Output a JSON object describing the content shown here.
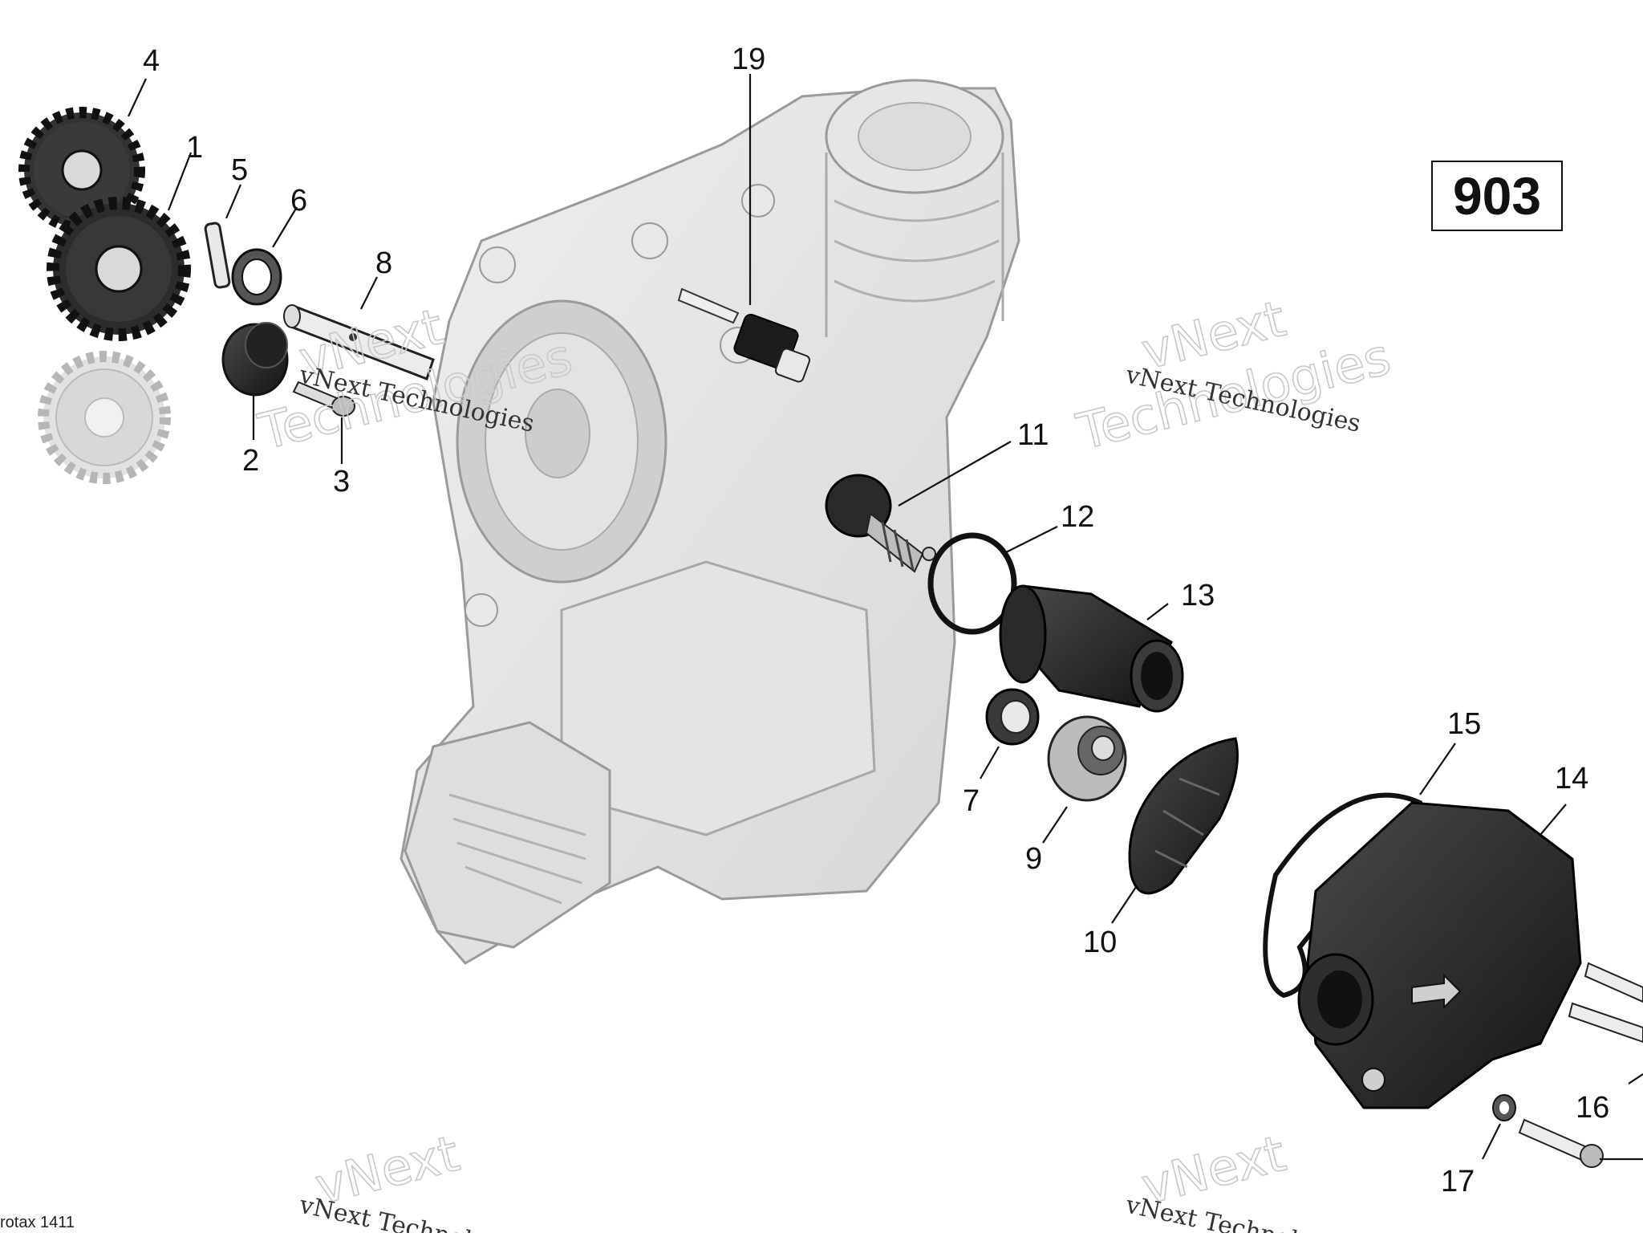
{
  "diagram": {
    "id_label": "903",
    "reference_code": "rotax 1411"
  },
  "callouts": [
    "1",
    "2",
    "3",
    "4",
    "5",
    "6",
    "7",
    "8",
    "9",
    "10",
    "11",
    "12",
    "13",
    "14",
    "15",
    "16",
    "17",
    "19"
  ],
  "watermark": {
    "line1": "vNext",
    "line2": "Technologies",
    "caption": "vNext Technologies"
  },
  "parts": [
    "gear-1",
    "gear-4",
    "bushing-2",
    "bolt-3",
    "pin-5",
    "washer-6",
    "seal-ring-7",
    "shaft-8",
    "seal-9",
    "impeller-10",
    "thermostat-11",
    "o-ring-12",
    "hose-fitting-13",
    "pump-cover-14",
    "gasket-15",
    "screws-16",
    "washer-17",
    "sensor-19",
    "engine-housing"
  ]
}
